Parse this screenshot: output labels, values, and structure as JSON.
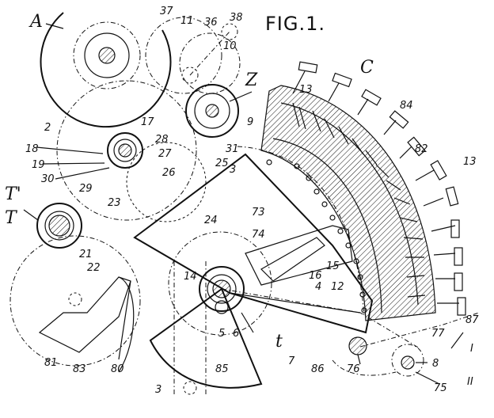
{
  "figure": {
    "title": "FIG.1."
  },
  "labels": {
    "A": "A",
    "C": "C",
    "Z": "Z",
    "T1": "T'",
    "T": "T",
    "t": "t",
    "n37": "37",
    "n11": "11",
    "n36": "36",
    "n38": "38",
    "n10": "10",
    "n13a": "13",
    "n84": "84",
    "n9": "9",
    "n2": "2",
    "n17": "17",
    "n28": "28",
    "n27": "27",
    "n18": "18",
    "n31": "31",
    "n82": "82",
    "n19": "19",
    "n25a": "25",
    "n3a": "3",
    "n30": "30",
    "n29": "29",
    "n26": "26",
    "n13b": "13",
    "n23": "23",
    "n73": "73",
    "n24": "24",
    "n21": "21",
    "n74": "74",
    "n22": "22",
    "n15": "15",
    "n16": "16",
    "n14": "14",
    "n4": "4",
    "n12": "12",
    "n5": "5",
    "n6": "6",
    "n87": "87",
    "n77": "77",
    "nI": "I",
    "n81": "81",
    "n83": "83",
    "n80": "80",
    "n7": "7",
    "n86": "86",
    "n76": "76",
    "n8": "8",
    "n85": "85",
    "nII": "II",
    "n3b": "3",
    "n75": "75"
  }
}
